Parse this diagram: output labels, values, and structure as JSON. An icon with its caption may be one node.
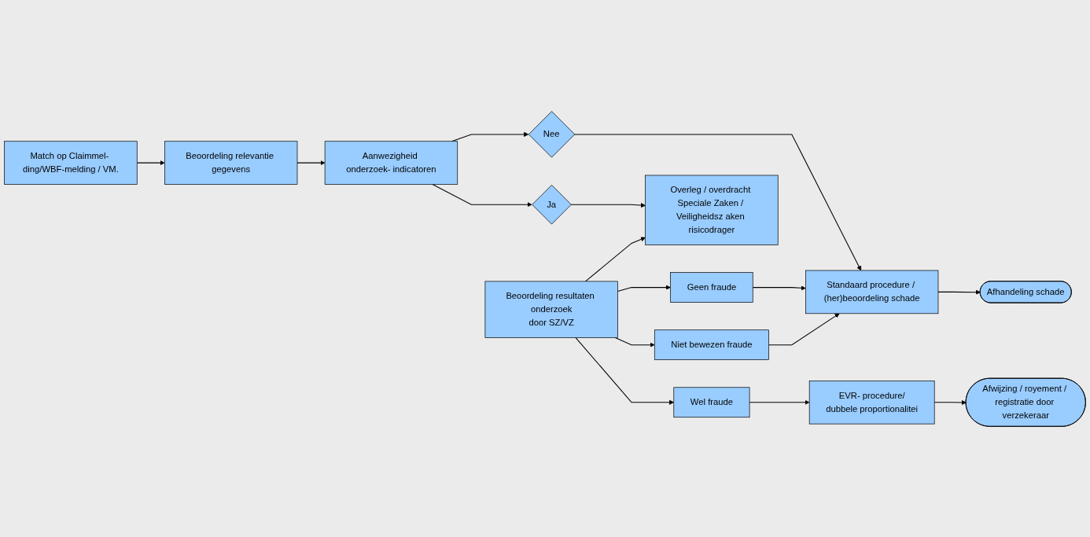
{
  "diagram": {
    "nodes": [
      {
        "text": [
          "Match op Claimmel- ding/WBF-melding / VM."
        ]
      },
      {
        "text": [
          "Beoordeling relevantie gegevens"
        ]
      },
      {
        "text": [
          "Aanwezigheid onderzoek- indicatoren"
        ]
      },
      {
        "text": [
          "Nee"
        ]
      },
      {
        "text": [
          "Ja"
        ]
      },
      {
        "text": [
          "Standaard procedure / (her)beoordeling schade"
        ]
      },
      {
        "text": [
          "Afhandeling schade"
        ]
      },
      {
        "text": [
          "Overleg / overdracht Speciale Zaken / Veiligheidsz aken risicodrager"
        ]
      },
      {
        "text": [
          "Beoordeling resultaten onderzoek",
          "door SZ/VZ"
        ]
      },
      {
        "text": [
          "Geen fraude"
        ]
      },
      {
        "text": [
          "Niet bewezen fraude"
        ]
      },
      {
        "text": [
          "Wel fraude"
        ]
      },
      {
        "text": [
          "EVR- procedure/",
          "dubbele proportionalitei"
        ]
      },
      {
        "text": [
          "Afwijzing / royement / registratie door verzekeraar"
        ]
      }
    ],
    "edges": [
      {
        "from": 0,
        "to": 1,
        "arrow": "to"
      },
      {
        "from": 1,
        "to": 2,
        "arrow": "to"
      },
      {
        "from": 2,
        "to": 3,
        "arrow": "to"
      },
      {
        "from": 2,
        "to": 4,
        "arrow": "to"
      },
      {
        "from": 3,
        "to": 5,
        "arrow": "to"
      },
      {
        "from": 5,
        "to": 6,
        "arrow": "to"
      },
      {
        "from": 4,
        "to": 7,
        "arrow": "to"
      },
      {
        "from": 8,
        "to": 7,
        "arrow": "to"
      },
      {
        "from": 8,
        "to": 9,
        "arrow": "to"
      },
      {
        "from": 8,
        "to": 10,
        "arrow": "to"
      },
      {
        "from": 8,
        "to": 11,
        "arrow": "to"
      },
      {
        "from": 9,
        "to": 5,
        "arrow": "to"
      },
      {
        "from": 10,
        "to": 5,
        "arrow": "to"
      },
      {
        "from": 11,
        "to": 12,
        "arrow": "to"
      },
      {
        "from": 12,
        "to": 13,
        "arrow": "to"
      }
    ]
  }
}
